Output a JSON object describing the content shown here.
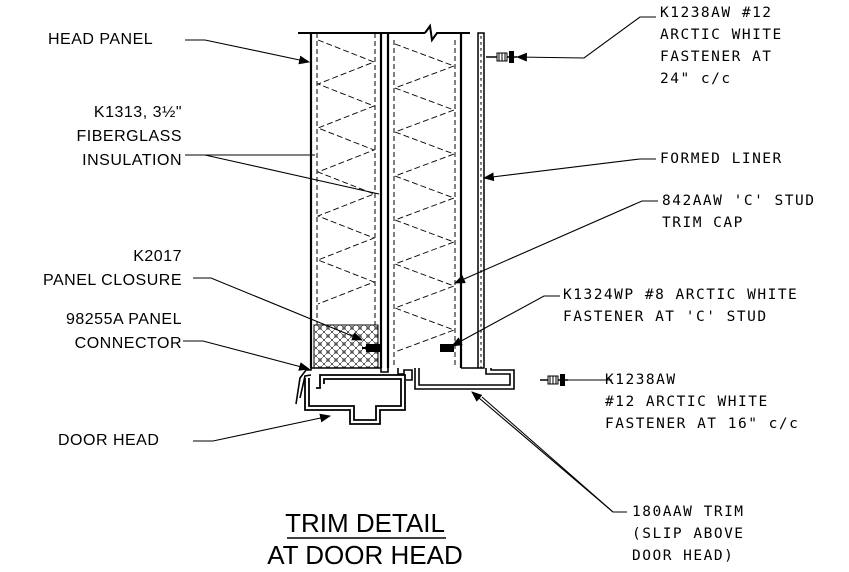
{
  "labels": {
    "head_panel": "HEAD PANEL",
    "insulation": [
      "K1313, 3½\"",
      "FIBERGLASS",
      "INSULATION"
    ],
    "closure": [
      "K2017",
      "PANEL CLOSURE"
    ],
    "connector": [
      "98255A PANEL",
      "CONNECTOR"
    ],
    "door_head": "DOOR HEAD",
    "fastener_top": [
      "K1238AW #12",
      "ARCTIC WHITE",
      "FASTENER AT",
      "24\" c/c"
    ],
    "formed_liner": "FORMED LINER",
    "stud_cap": [
      "842AAW 'C' STUD",
      "TRIM CAP"
    ],
    "fastener_stud": [
      "K1324WP #8 ARCTIC WHITE",
      "FASTENER AT 'C' STUD"
    ],
    "fastener_bottom": [
      "K1238AW",
      "#12 ARCTIC WHITE",
      "FASTENER  AT 16\" c/c"
    ],
    "trim": [
      "180AAW TRIM",
      "(SLIP ABOVE",
      "DOOR HEAD)"
    ]
  },
  "title": [
    "TRIM DETAIL",
    "AT DOOR HEAD"
  ]
}
